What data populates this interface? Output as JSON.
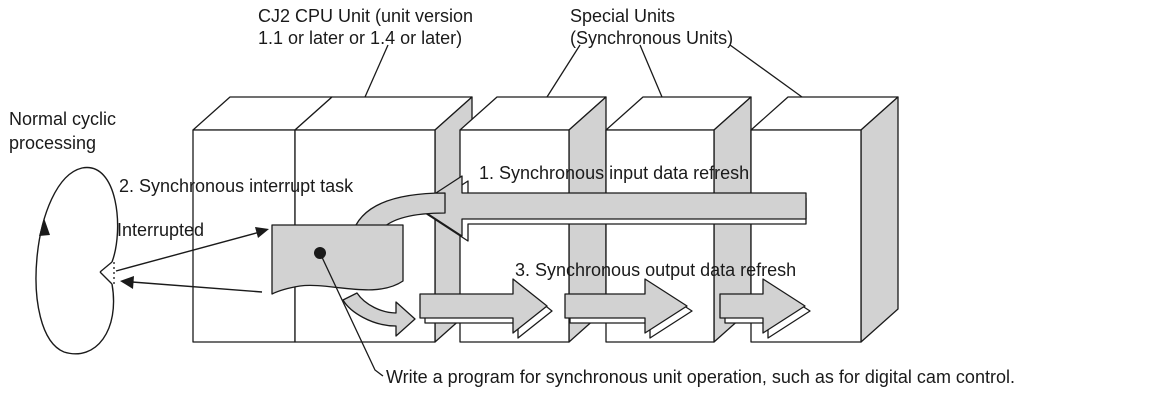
{
  "labels": {
    "cpu_line1": "CJ2 CPU Unit (unit version",
    "cpu_line2": "1.1 or later or 1.4 or later)",
    "special_line1": "Special Units",
    "special_line2": "(Synchronous Units)",
    "normal_line1": "Normal cyclic",
    "normal_line2": "processing",
    "interrupt_task": "2. Synchronous interrupt task",
    "interrupted": "Interrupted",
    "input_refresh": "1. Synchronous input data refresh",
    "output_refresh": "3. Synchronous output data refresh",
    "note": "Write a program for synchronous unit operation, such as for digital cam control."
  },
  "colors": {
    "fill_gray": "#d2d2d2",
    "line": "#1a1a1a",
    "background": "#ffffff"
  }
}
